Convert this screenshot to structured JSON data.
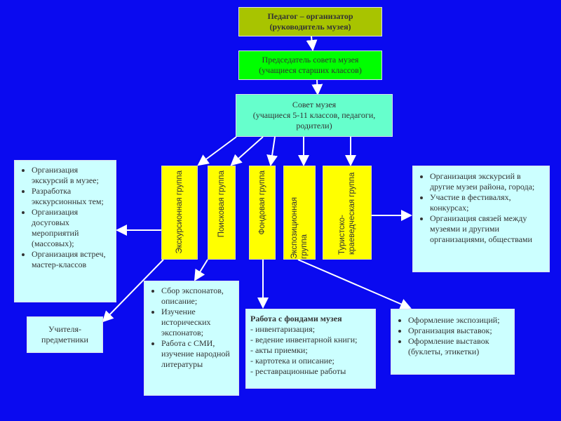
{
  "top": {
    "line1": "Педагог – организатор",
    "line2": "(руководитель музея)"
  },
  "chair": {
    "line1": "Председатель совета музея",
    "line2": "(учащиеся старших классов)"
  },
  "council": {
    "line1": "Совет музея",
    "line2": "(учащиеся 5-11 классов, педагоги, родители)"
  },
  "groups": [
    "Экскурсионная группа",
    "Поисковая группа",
    "Фондовая группа",
    "Экспозиционная группа",
    "Туристско-краеведческая группа"
  ],
  "left_box": [
    "Организация экскурсий в музее;",
    "Разработка экскурсионных тем;",
    "Организация досуговых мероприятий (массовых);",
    "Организация встреч, мастер-классов"
  ],
  "right_box": [
    "Организация экскурсий в другие музеи района, города;",
    "Участие в фестивалях, конкурсах;",
    "Организация связей между музеями и другими организациями, обществами"
  ],
  "teachers": "Учителя-предметники",
  "search_box": [
    "Сбор экспонатов, описание;",
    "Изучение исторических экспонатов;",
    "Работа с СМИ, изучение народной литературы"
  ],
  "fund_box": {
    "title": "Работа с фондами музея",
    "items": [
      "- инвентаризация;",
      "- ведение инвентарной книги;",
      "- акты приемки;",
      "- картотека и описание;",
      "- реставрационные работы"
    ]
  },
  "expo_box": [
    "Оформление экспозиций;",
    "Организация выставок;",
    "Оформление выставок (буклеты, этикетки)"
  ]
}
